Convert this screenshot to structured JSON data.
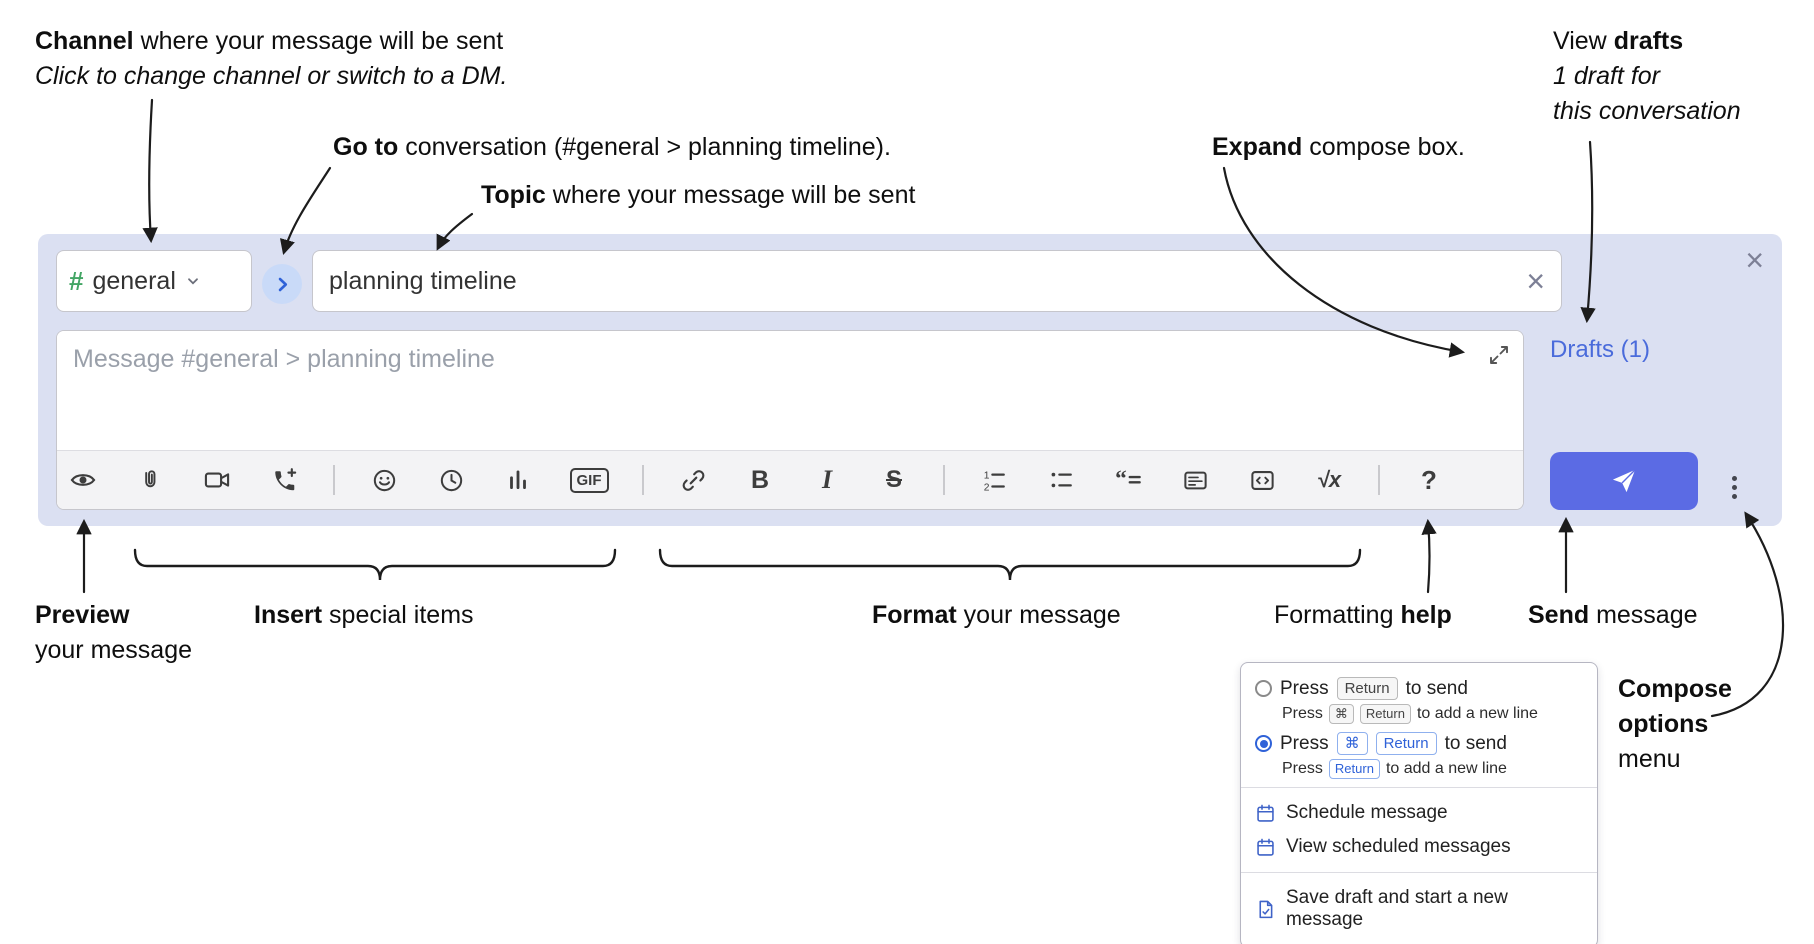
{
  "annotations": {
    "channel": {
      "bold": "Channel",
      "rest": " where your message will be sent",
      "line2": "Click to change channel or switch to a DM."
    },
    "goto": {
      "bold": "Go to",
      "rest": " conversation (#general > planning timeline)."
    },
    "topic": {
      "bold": "Topic",
      "rest": " where your message will be sent"
    },
    "expand": {
      "bold": "Expand",
      "rest": " compose box."
    },
    "drafts": {
      "pre": "View ",
      "bold": "drafts",
      "line2": "1 draft for",
      "line3": "this conversation"
    },
    "preview": {
      "bold": "Preview",
      "line2": "your message"
    },
    "insert": {
      "bold": "Insert",
      "rest": " special items"
    },
    "format": {
      "bold": "Format",
      "rest": " your message"
    },
    "help": {
      "pre": "Formatting ",
      "bold": "help"
    },
    "send": {
      "bold": "Send",
      "rest": " message"
    },
    "compose_options": {
      "bold_line1": "Compose",
      "bold_line2": "options",
      "line3": "menu"
    }
  },
  "compose": {
    "channel_hash": "#",
    "channel_name": "general",
    "topic_value": "planning timeline",
    "message_placeholder": "Message #general > planning timeline",
    "drafts_link": "Drafts (1)",
    "close_x": "×",
    "clear_x": "×"
  },
  "toolbar": {
    "gif_label": "GIF",
    "bold_label": "B",
    "italic_label": "I",
    "strike_label": "S",
    "math_label": "√x",
    "help_label": "?"
  },
  "popup": {
    "option1": {
      "pre": "Press",
      "key": "Return",
      "post": "to send",
      "sub_pre": "Press",
      "sub_key1": "⌘",
      "sub_key2": "Return",
      "sub_post": "to add a new line"
    },
    "option2": {
      "pre": "Press",
      "key1": "⌘",
      "key2": "Return",
      "post": "to send",
      "sub_pre": "Press",
      "sub_key": "Return",
      "sub_post": "to add a new line"
    },
    "schedule": "Schedule message",
    "view_scheduled": "View scheduled messages",
    "save_draft": "Save draft and start a new message"
  },
  "colors": {
    "compose_bg": "#dbe0f2",
    "accent_blue": "#4a6bdb",
    "send_button": "#5b6be4",
    "hash_green": "#42a564"
  }
}
